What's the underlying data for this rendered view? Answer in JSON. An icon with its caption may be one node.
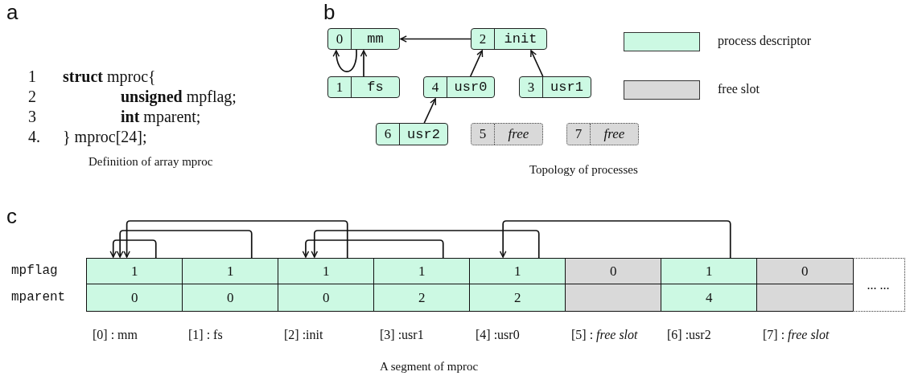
{
  "diagram": {
    "nodes": [
      {
        "text": [
          "0",
          "mm"
        ]
      },
      {
        "text": [
          "2",
          "init"
        ]
      },
      {
        "text": [
          "1",
          "fs"
        ]
      },
      {
        "text": [
          "4",
          "usr0"
        ]
      },
      {
        "text": [
          "3",
          "usr1"
        ]
      },
      {
        "text": [
          "6",
          "usr2"
        ]
      },
      {
        "text": [
          "5",
          "free"
        ]
      },
      {
        "text": [
          "7",
          "free"
        ]
      },
      {
        "text": [
          "1",
          "0"
        ],
        "beside": [
          "[0] : mm"
        ]
      },
      {
        "text": [
          "1",
          "0"
        ],
        "beside": [
          "[1] : fs"
        ]
      },
      {
        "text": [
          "1",
          "0"
        ],
        "beside": [
          "[2] :init"
        ]
      },
      {
        "text": [
          "1",
          "2"
        ],
        "beside": [
          "[3] :usr1"
        ]
      },
      {
        "text": [
          "1",
          "2"
        ],
        "beside": [
          "[4] :usr0"
        ]
      },
      {
        "text": [
          "0"
        ],
        "beside": [
          "[5] : *free slot*"
        ]
      },
      {
        "text": [
          "1",
          "4"
        ],
        "beside": [
          "[6] :usr2"
        ]
      },
      {
        "text": [
          "0"
        ],
        "beside": [
          "[7] : *free slot*"
        ]
      },
      {
        "text": [
          "... ..."
        ]
      }
    ],
    "edges": [
      {
        "from": 1,
        "to": 0,
        "arrow": "to"
      },
      {
        "from": 0,
        "to": 0,
        "arrow": "to"
      },
      {
        "from": 2,
        "to": 0,
        "arrow": "to"
      },
      {
        "from": 3,
        "to": 1,
        "arrow": "to"
      },
      {
        "from": 4,
        "to": 1,
        "arrow": "to"
      },
      {
        "from": 5,
        "to": 3,
        "arrow": "to"
      },
      {
        "from": 8,
        "to": 8,
        "arrow": "to"
      },
      {
        "from": 9,
        "to": 8,
        "arrow": "to"
      },
      {
        "from": 10,
        "to": 8,
        "arrow": "to"
      },
      {
        "from": 11,
        "to": 10,
        "arrow": "to"
      },
      {
        "from": 12,
        "to": 10,
        "arrow": "to"
      },
      {
        "from": 14,
        "to": 12,
        "arrow": "to"
      }
    ],
    "labels": [
      "a",
      "1",
      "**struct** mproc{",
      "2",
      "**unsigned** mpflag;",
      "3",
      "**int** mparent;",
      "4.",
      "} mproc[24];",
      "Definition of array mproc",
      "b",
      "Topology of processes",
      "c",
      "mpflag",
      "mparent",
      "A segment of mproc"
    ],
    "legend": [
      {
        "text": "process descriptor",
        "color": "#ccf9e3"
      },
      {
        "text": "free slot",
        "color": "#d9d9d9"
      }
    ]
  }
}
